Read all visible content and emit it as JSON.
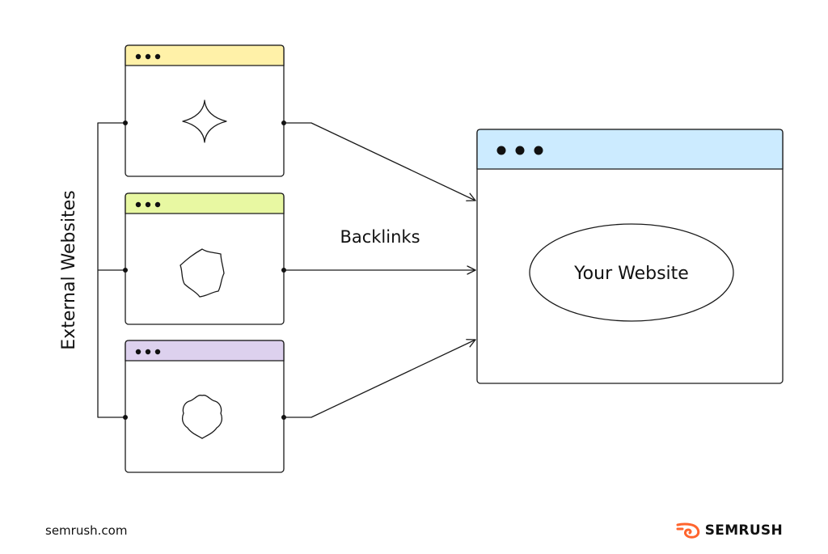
{
  "diagram": {
    "group_label": "External Websites",
    "edge_label": "Backlinks",
    "target_label": "Your Website"
  },
  "colors": {
    "window_1_bar": "#FFF1A8",
    "window_2_bar": "#E8F8A2",
    "window_3_bar": "#DDD1EE",
    "target_bar": "#CCEBFF",
    "stroke": "#1A1A1A",
    "brand_orange": "#FF642D"
  },
  "footer": {
    "url": "semrush.com",
    "brand": "SEMRUSH"
  },
  "icons": {
    "brand_logo": "semrush-flame-icon",
    "window_controls": "three-dots-icon",
    "arrowhead": "arrowhead-icon"
  }
}
